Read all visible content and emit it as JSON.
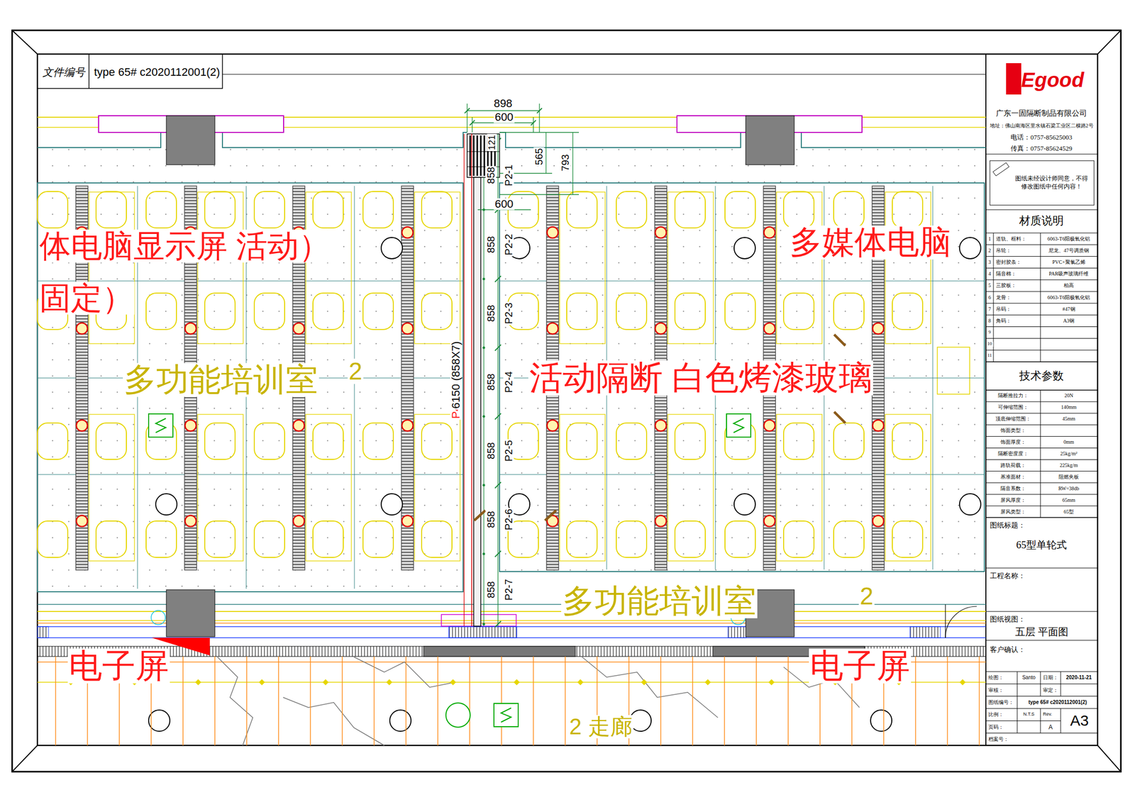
{
  "diagram": {
    "labels": [
      "文件编号",
      "type 65# c2020112001(2)",
      "898",
      "600",
      "121",
      "565",
      "793",
      "858",
      "P2-1",
      "600",
      "858",
      "P2-2",
      "858",
      "P2-3",
      "858",
      "P2-4",
      "858",
      "P2-5",
      "858",
      "P2-6",
      "858",
      "P2-7",
      "P4",
      "6150 (858X7)",
      "体电脑显示屏 活动）",
      "固定）",
      "多媒体电脑",
      "活动隔断 白色烤漆玻璃",
      "多功能培训室",
      "2",
      "多功能培训室",
      "2",
      "电子屏",
      "电子屏",
      "2 走廊",
      "Egood",
      "广东一固隔断制品有限公司",
      "地址：佛山南海区里水镇石梁工业区二横路2号",
      "电话：0757-85625003",
      "传真：0757-85624529",
      "图纸未经设计师同意，不得修改图纸中任何内容！",
      "材质说明",
      "1",
      "道轨、框料：",
      "6063-T6阳极氧化铝",
      "2",
      "吊轮：",
      "尼龙、47号调质钢",
      "3",
      "密封胶条：",
      "PVC+聚氯乙烯",
      "4",
      "隔音棉：",
      "PAR吸声玻璃纤维",
      "5",
      "三胶板：",
      "柏高",
      "6",
      "龙骨：",
      "6063-T6阳极氧化铝",
      "7",
      "吊码：",
      "#47钢",
      "8",
      "角码：",
      "A3钢",
      "9",
      "10",
      "11",
      "技术参数",
      "隔断推拉力：",
      "20N",
      "可伸缩范围：",
      "140mm",
      "顶底伸缩范围：",
      "45mm",
      "饰面类型：",
      "饰面厚度：",
      "0mm",
      "隔断密度度：",
      "25kg/m²",
      "路轨荷载：",
      "225kg/m",
      "基准面材：",
      "阻燃夹板",
      "隔音系数：",
      "RW=38db",
      "屏风厚度：",
      "65mm",
      "屏风类型：",
      "65型",
      "图纸标题：",
      "65型单轮式",
      "工程名称：",
      "图纸视图：",
      "五层 平面图",
      "客户确认：",
      "绘图：",
      "Santo",
      "日期：",
      "2020-11-21",
      "审核：",
      "审定：",
      "图纸编号：",
      "type 65# c2020112001(2)",
      "比例：",
      "N.T.S",
      "Rev.",
      "A",
      "A3",
      "页码：",
      "档案号："
    ]
  }
}
